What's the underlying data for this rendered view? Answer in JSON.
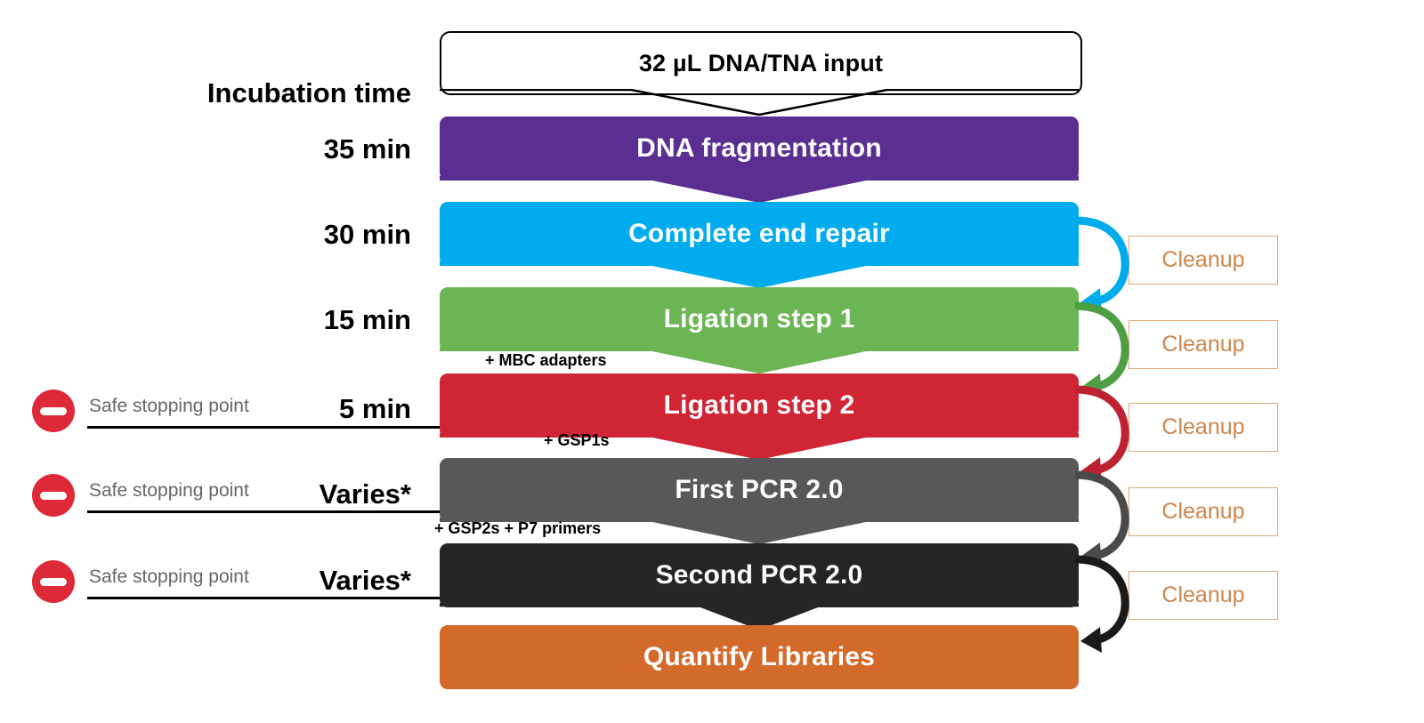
{
  "diagram": {
    "title_box": {
      "label": "32 µL DNA/TNA input"
    },
    "left_column": {
      "heading": "Incubation time",
      "safe_stop_label": "Safe stopping point",
      "stop_icon": "no-entry-icon"
    },
    "steps": [
      {
        "label": "DNA fragmentation",
        "time": "35 min",
        "color": "#5A2F91",
        "safe_stop": false,
        "annotation": "",
        "cleanup": false
      },
      {
        "label": "Complete end repair",
        "time": "30 min",
        "color": "#00ACED",
        "safe_stop": false,
        "annotation": "",
        "cleanup": true
      },
      {
        "label": "Ligation step 1",
        "time": "15 min",
        "color": "#6BB554",
        "safe_stop": false,
        "annotation": "+ MBC adapters",
        "cleanup": true
      },
      {
        "label": "Ligation step 2",
        "time": "5 min",
        "color": "#CF2535",
        "safe_stop": true,
        "annotation": "+ GSP1s",
        "cleanup": true
      },
      {
        "label": "First PCR 2.0",
        "time": "Varies*",
        "color": "#58585B",
        "safe_stop": true,
        "annotation": "+ GSP2s + P7 primers",
        "cleanup": true
      },
      {
        "label": "Second PCR 2.0",
        "time": "Varies*",
        "color": "#252525",
        "safe_stop": true,
        "annotation": "",
        "cleanup": true
      },
      {
        "label": "Quantify Libraries",
        "time": "",
        "color": "#D46A2A",
        "safe_stop": false,
        "annotation": "",
        "cleanup": false
      }
    ],
    "cleanup": {
      "label": "Cleanup",
      "border_color": "#E0A977",
      "text_color": "#CE854B"
    }
  }
}
